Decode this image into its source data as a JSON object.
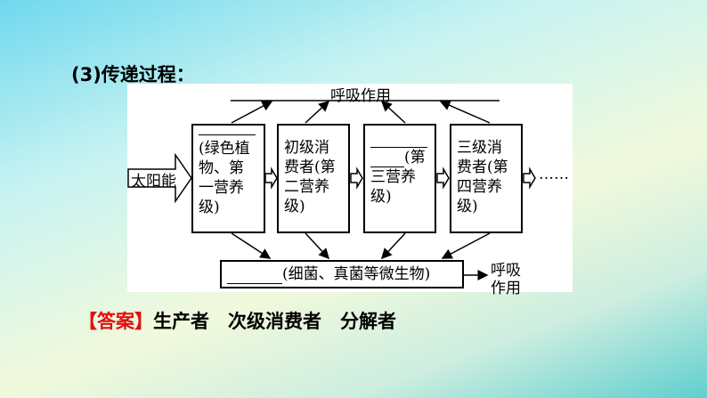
{
  "title": "(3)传递过程：",
  "diagram": {
    "respiration_top": "呼吸作用",
    "sun": "太阳能",
    "boxes": [
      {
        "line1": "(绿色植",
        "line2": "物、第",
        "line3": "一营养",
        "line4": "级)"
      },
      {
        "line1": "初级消",
        "line2": "费者(第",
        "line3": "二营养",
        "line4": "级)"
      },
      {
        "line2": "(第",
        "line3": "三营养",
        "line4": "级)"
      },
      {
        "line1": "三级消",
        "line2": "费者(第",
        "line3": "四营养",
        "line4": "级)"
      }
    ],
    "ellipsis": "……",
    "decomposer": "(细菌、真菌等微生物)",
    "respiration_right_1": "呼吸",
    "respiration_right_2": "作用"
  },
  "answer": {
    "label": "【答案】",
    "text": "生产者　次级消费者　分解者"
  }
}
